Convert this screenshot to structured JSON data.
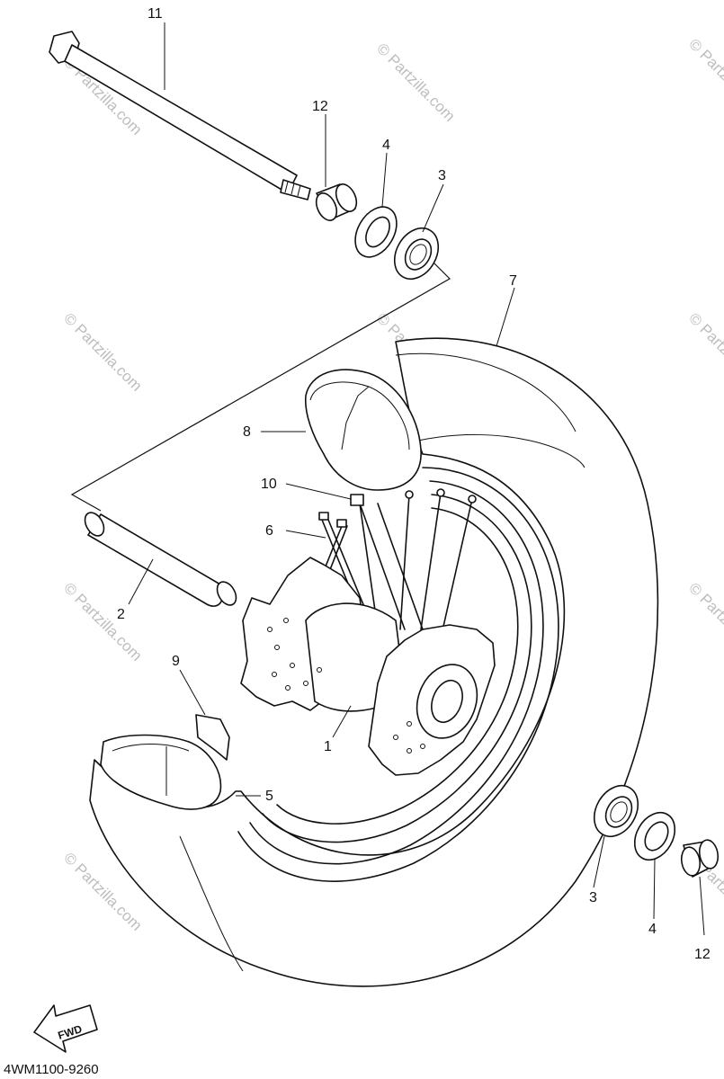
{
  "callouts": {
    "n11": "11",
    "n12_top": "12",
    "n4_top": "4",
    "n3_top": "3",
    "n7": "7",
    "n8": "8",
    "n10": "10",
    "n6": "6",
    "n2": "2",
    "n9": "9",
    "n1": "1",
    "n5": "5",
    "n3_bottom": "3",
    "n4_bottom": "4",
    "n12_bottom": "12"
  },
  "watermark": "© Partzilla.com",
  "fwd_label": "FWD",
  "diagram_code": "4WM1100-9260"
}
